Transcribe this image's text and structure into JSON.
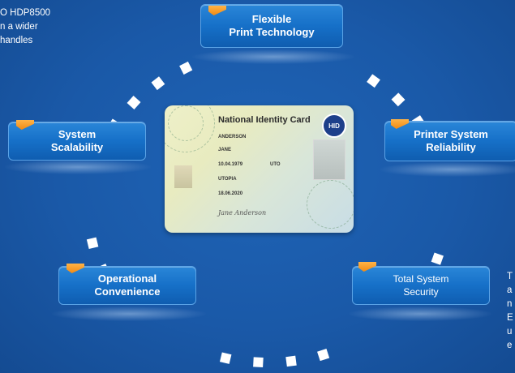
{
  "side_text_left": "O HDP8500\nn a wider\nhandles",
  "side_text_right": "T\na\nn\nE\nu\ne",
  "nodes": [
    {
      "id": "flexible",
      "label": "Flexible\nPrint Technology"
    },
    {
      "id": "scalability",
      "label": "System\nScalability"
    },
    {
      "id": "reliability",
      "label": "Printer System\nReliability"
    },
    {
      "id": "convenience",
      "label": "Operational\nConvenience"
    },
    {
      "id": "security",
      "label": "Total System\nSecurity"
    }
  ],
  "card": {
    "title": "National Identity Card",
    "logo": "HID",
    "surname": "ANDERSON",
    "given_name": "JANE",
    "date_of_birth": "10.04.1979",
    "nationality": "UTO",
    "place_of_birth": "UTOPIA",
    "date_of_expiry": "18.06.2020",
    "signature": "Jane Anderson"
  },
  "colors": {
    "background": "#1856a4",
    "node_box": "#1670c8",
    "accent_flag": "#f5a023",
    "ring_dots": "#ffffff"
  }
}
